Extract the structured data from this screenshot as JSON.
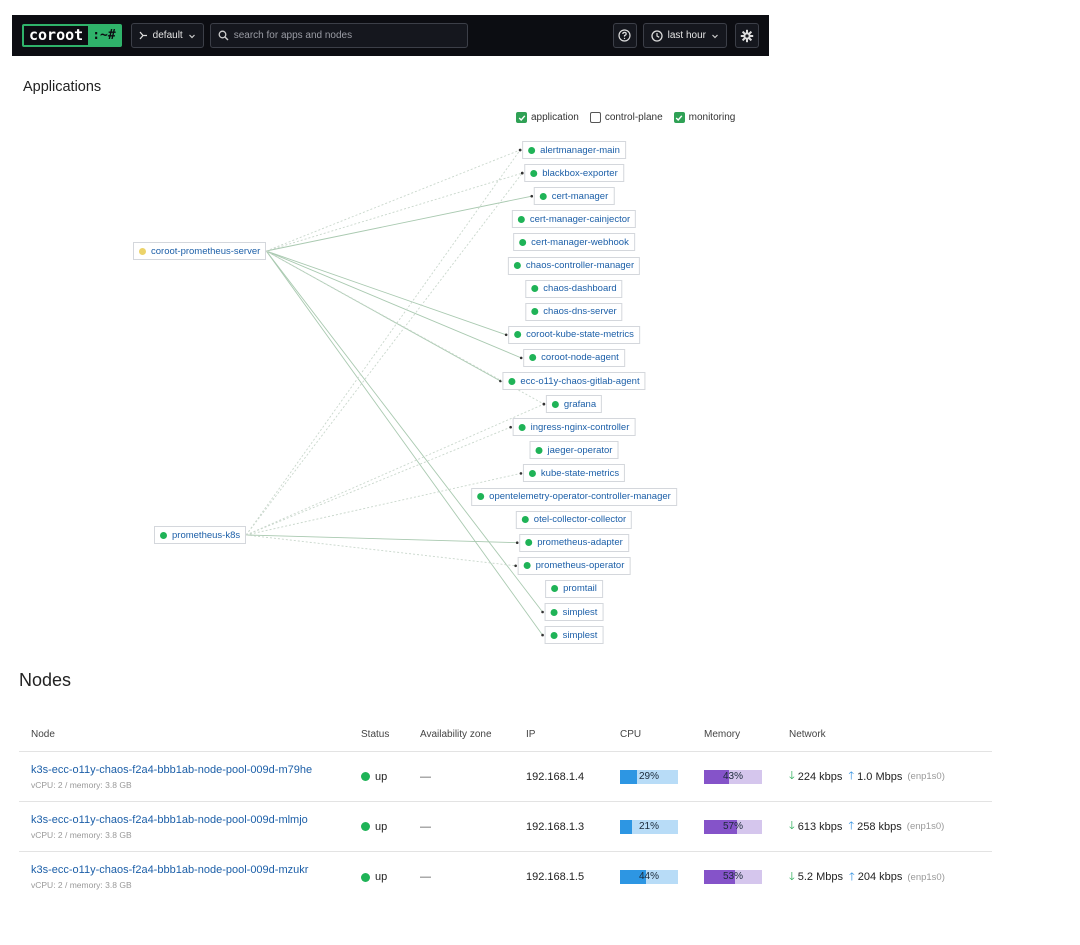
{
  "header": {
    "logo": "coroot",
    "logo_suffix": ":~#",
    "project": "default",
    "search_placeholder": "search for apps and nodes",
    "time_range": "last hour"
  },
  "applications": {
    "title": "Applications",
    "legend": [
      {
        "label": "application",
        "checked": true
      },
      {
        "label": "control-plane",
        "checked": false
      },
      {
        "label": "monitoring",
        "checked": true
      }
    ],
    "sources": [
      {
        "label": "coroot-prometheus-server",
        "status": "warning"
      },
      {
        "label": "prometheus-k8s",
        "status": "ok"
      }
    ],
    "targets": [
      "alertmanager-main",
      "blackbox-exporter",
      "cert-manager",
      "cert-manager-cainjector",
      "cert-manager-webhook",
      "chaos-controller-manager",
      "chaos-dashboard",
      "chaos-dns-server",
      "coroot-kube-state-metrics",
      "coroot-node-agent",
      "ecc-o11y-chaos-gitlab-agent",
      "grafana",
      "ingress-nginx-controller",
      "jaeger-operator",
      "kube-state-metrics",
      "opentelemetry-operator-controller-manager",
      "otel-collector-collector",
      "prometheus-adapter",
      "prometheus-operator",
      "promtail",
      "simplest",
      "simplest"
    ]
  },
  "nodes": {
    "title": "Nodes",
    "columns": [
      "Node",
      "Status",
      "Availability zone",
      "IP",
      "CPU",
      "Memory",
      "Network"
    ],
    "rows": [
      {
        "name": "k3s-ecc-o11y-chaos-f2a4-bbb1ab-node-pool-009d-m79he",
        "sub": "vCPU: 2 / memory: 3.8 GB",
        "status": "up",
        "az": "—",
        "ip": "192.168.1.4",
        "cpu_pct": 29,
        "cpu_label": "29%",
        "mem_pct": 43,
        "mem_label": "43%",
        "rx": "224 kbps",
        "tx": "1.0 Mbps",
        "iface": "(enp1s0)"
      },
      {
        "name": "k3s-ecc-o11y-chaos-f2a4-bbb1ab-node-pool-009d-mlmjo",
        "sub": "vCPU: 2 / memory: 3.8 GB",
        "status": "up",
        "az": "—",
        "ip": "192.168.1.3",
        "cpu_pct": 21,
        "cpu_label": "21%",
        "mem_pct": 57,
        "mem_label": "57%",
        "rx": "613 kbps",
        "tx": "258 kbps",
        "iface": "(enp1s0)"
      },
      {
        "name": "k3s-ecc-o11y-chaos-f2a4-bbb1ab-node-pool-009d-mzukr",
        "sub": "vCPU: 2 / memory: 3.8 GB",
        "status": "up",
        "az": "—",
        "ip": "192.168.1.5",
        "cpu_pct": 44,
        "cpu_label": "44%",
        "mem_pct": 53,
        "mem_label": "53%",
        "rx": "5.2 Mbps",
        "tx": "204 kbps",
        "iface": "(enp1s0)"
      }
    ]
  }
}
